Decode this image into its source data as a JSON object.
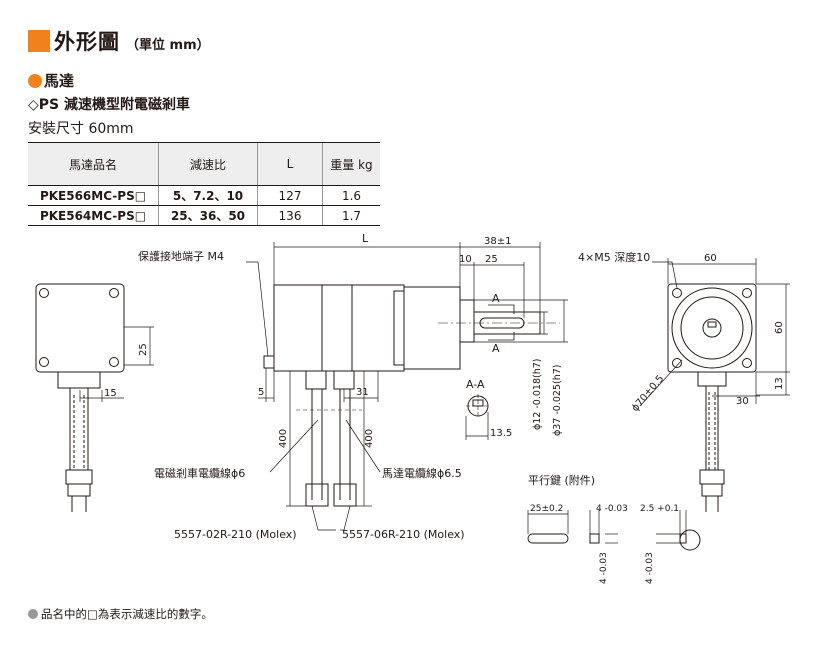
{
  "header": {
    "title": "外形圖",
    "unit": "（單位 mm）"
  },
  "motor": {
    "heading": "馬達",
    "gear_type": "◇PS 減速機型附電磁剎車",
    "mount_size": "安裝尺寸 60mm"
  },
  "spec_table": {
    "headers": [
      "馬達品名",
      "減速比",
      "L",
      "重量 kg"
    ],
    "rows": [
      [
        "PKE566MC-PS□",
        "5、7.2、10",
        "127",
        "1.6"
      ],
      [
        "PKE564MC-PS□",
        "25、36、50",
        "136",
        "1.7"
      ]
    ]
  },
  "drawing": {
    "dim_L": "L",
    "dim_38": "38±1",
    "dim_10": "10",
    "dim_25_shaft": "25",
    "section_A_top": "A",
    "section_A_bottom": "A",
    "ground_label": "保護接地端子 M4",
    "dim_5": "5",
    "dim_31": "31",
    "dim_400_left": "400",
    "dim_400_right": "400",
    "dim_12": "ϕ12 -0.018(h7)",
    "dim_37": "ϕ37 -0.025(h7)",
    "section_label": "A-A",
    "dim_13_5": "13.5",
    "brake_cable": "電磁剎車電纜線ϕ6",
    "motor_cable": "馬達電纜線ϕ6.5",
    "connector_left": "5557-02R-210 (Molex)",
    "connector_right": "5557-06R-210 (Molex)",
    "side_25": "25",
    "side_15": "15",
    "front_holes": "4×M5 深度10",
    "front_60_top": "60",
    "front_60_side": "60",
    "front_70": "ϕ70±0.5",
    "front_30": "30",
    "front_13": "13",
    "key_title": "平行鍵 (附件)",
    "key_25": "25±0.2",
    "key_4_top": "4 -0.03",
    "key_2_5": "2.5 +0.1",
    "key_4_side_left": "4 -0.03",
    "key_4_side_right": "4 -0.03"
  },
  "footnote": "品名中的□為表示減速比的數字。",
  "colors": {
    "accent": "#f0821e",
    "line": "#231815",
    "table_header": "#eeeeee"
  }
}
